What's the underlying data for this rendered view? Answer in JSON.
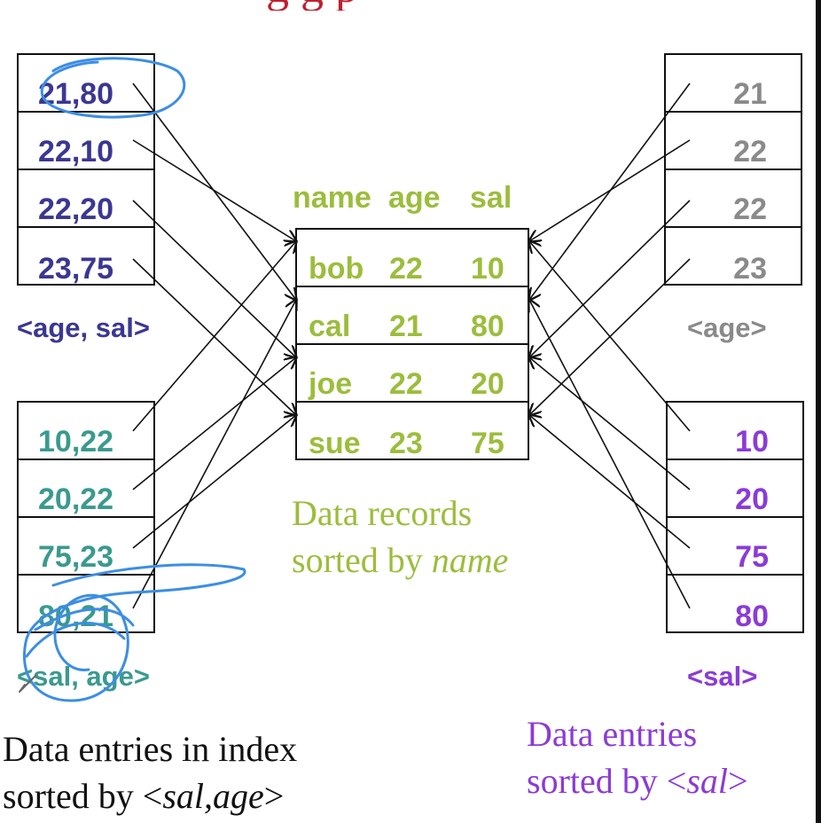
{
  "colors": {
    "navy": "#3b3792",
    "teal": "#3a9a8e",
    "gray": "#8a8a8a",
    "purple": "#8b3bd6",
    "olive": "#9cbd3c",
    "ink": "#111111",
    "title_red": "#c0202f",
    "annotation_blue": "#3c8ee4"
  },
  "header_fragment": "g  g p",
  "index_age_sal": {
    "entries": [
      "21,80",
      "22,10",
      "22,20",
      "23,75"
    ],
    "label": "<age, sal>"
  },
  "index_sal_age": {
    "entries": [
      "10,22",
      "20,22",
      "75,23",
      "80,21"
    ],
    "label": "<sal, age>"
  },
  "index_age": {
    "entries": [
      "21",
      "22",
      "22",
      "23"
    ],
    "label": "<age>"
  },
  "index_sal": {
    "entries": [
      "10",
      "20",
      "75",
      "80"
    ],
    "label": "<sal>"
  },
  "records": {
    "columns": [
      "name",
      "age",
      "sal"
    ],
    "rows": [
      [
        "bob",
        "22",
        "10"
      ],
      [
        "cal",
        "21",
        "80"
      ],
      [
        "joe",
        "22",
        "20"
      ],
      [
        "sue",
        "23",
        "75"
      ]
    ]
  },
  "captions": {
    "records_line1": "Data records",
    "records_line2_prefix": "sorted by ",
    "records_line2_em": "name",
    "left_line1": "Data entries in index",
    "left_line2_prefix": "sorted by <",
    "left_line2_em": "sal,age",
    "left_line2_suffix": ">",
    "right_line1": "Data entries",
    "right_line2_prefix": "sorted by <",
    "right_line2_em": "sal",
    "right_line2_suffix": ">"
  }
}
